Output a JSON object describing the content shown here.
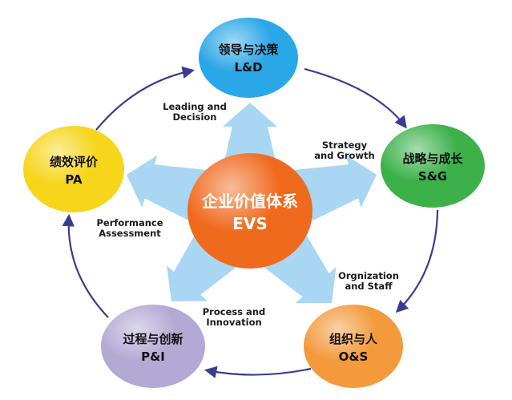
{
  "center": {
    "title": "企业价值体系",
    "code": "EVS",
    "color": "#f06a1e"
  },
  "nodes": [
    {
      "id": "ld",
      "title": "领导与决策",
      "code": "L&D",
      "color": "#2aa7e6"
    },
    {
      "id": "sg",
      "title": "战略与成长",
      "code": "S&G",
      "color": "#3cb14a"
    },
    {
      "id": "os",
      "title": "组织与人",
      "code": "O&S",
      "color": "#f39a3c"
    },
    {
      "id": "pi",
      "title": "过程与创新",
      "code": "P&I",
      "color": "#b2a9d4"
    },
    {
      "id": "pa",
      "title": "绩效评价",
      "code": "PA",
      "color": "#f7d51a"
    }
  ],
  "arms": [
    {
      "id": "ld",
      "lines": [
        "Leading and",
        "Decision"
      ]
    },
    {
      "id": "sg",
      "lines": [
        "Strategy",
        "and Growth"
      ]
    },
    {
      "id": "os",
      "lines": [
        "Orgnization",
        "and Staff"
      ]
    },
    {
      "id": "pi",
      "lines": [
        "Process and",
        "Innovation"
      ]
    },
    {
      "id": "pa",
      "lines": [
        "Performance",
        "Assessment"
      ]
    }
  ],
  "colors": {
    "ring": "#3a3d8f",
    "arm": "#8cc8ee"
  }
}
